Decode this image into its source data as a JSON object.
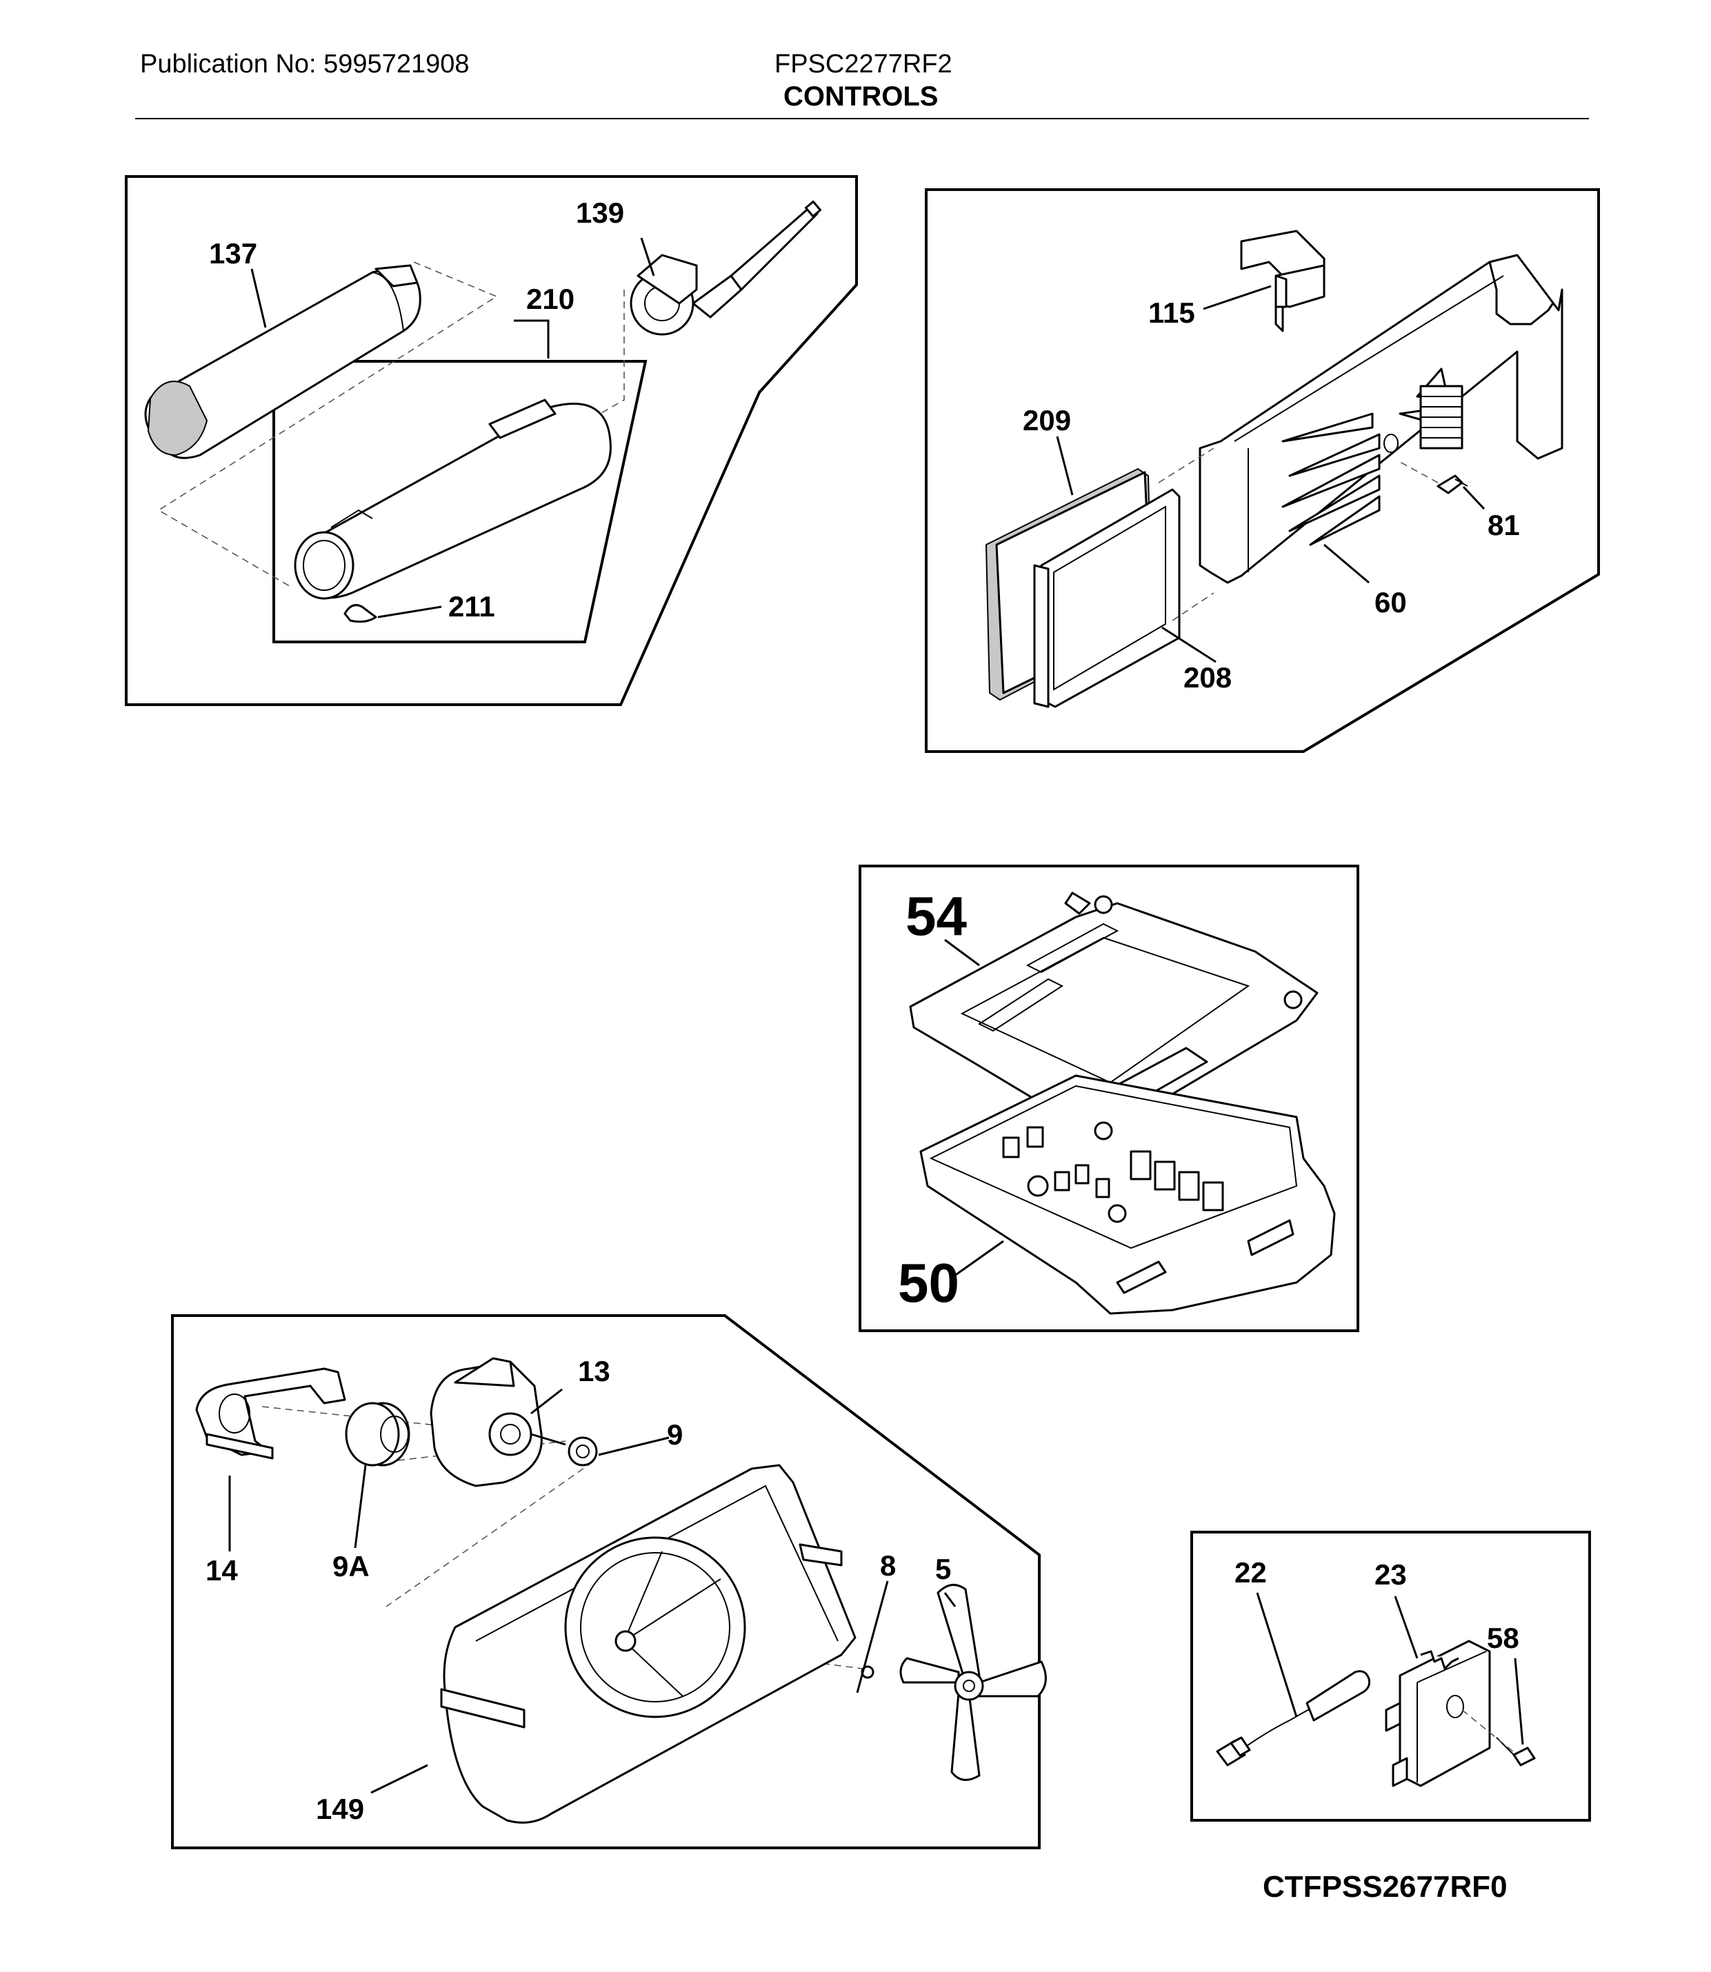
{
  "header": {
    "publication": "Publication No: 5995721908",
    "model": "FPSC2277RF2",
    "section_title": "CONTROLS"
  },
  "footer": {
    "diagram_code": "CTFPSS2677RF0"
  },
  "callouts": {
    "p137": "137",
    "p139": "139",
    "p210": "210",
    "p211": "211",
    "p115": "115",
    "p209": "209",
    "p81": "81",
    "p60": "60",
    "p208": "208",
    "p54": "54",
    "p50": "50",
    "p13": "13",
    "p9": "9",
    "p9A": "9A",
    "p14": "14",
    "p8": "8",
    "p5": "5",
    "p149": "149",
    "p22": "22",
    "p23": "23",
    "p58": "58"
  }
}
